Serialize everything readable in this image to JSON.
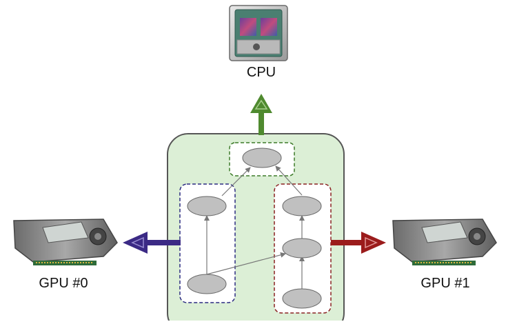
{
  "labels": {
    "cpu": "CPU",
    "gpu0": "GPU #0",
    "gpu1": "GPU #1"
  },
  "colors": {
    "background": "#ffffff",
    "graph_box_fill": "#dcefd6",
    "graph_box_stroke": "#555555",
    "cpu_group_border": "#3c7a28",
    "gpu0_group_border": "#2a2a80",
    "gpu1_group_border": "#8a2020",
    "cpu_arrow": "#4f8a2f",
    "gpu0_arrow": "#3b2a85",
    "gpu1_arrow": "#9b1c1c",
    "node_fill": "#c0c0c0",
    "edge": "#777777"
  },
  "icons": {
    "cpu": "cpu-chip-icon",
    "gpu0": "graphics-card-icon",
    "gpu1": "graphics-card-icon"
  }
}
